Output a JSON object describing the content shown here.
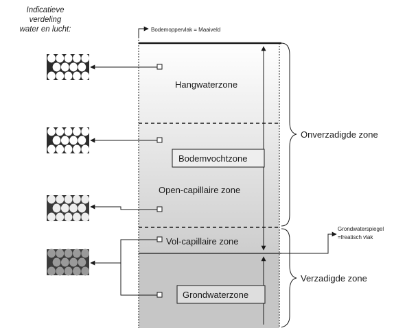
{
  "legend": {
    "line1": "Indicatieve",
    "line2": "verdeling",
    "line3": "water en lucht:"
  },
  "labels": {
    "surface": "Bodemoppervlak = Maaiveld",
    "groundwater_level_line1": "Grondwaterspiegel",
    "groundwater_level_line2": "=freatisch vlak",
    "hangwater": "Hangwaterzone",
    "bodemvocht": "Bodemvochtzone",
    "open_capillair": "Open-capillaire zone",
    "vol_capillair": "Vol-capillaire zone",
    "grondwater": "Grondwaterzone",
    "onverzadigd": "Onverzadigde zone",
    "verzadigd": "Verzadigde zone"
  },
  "colors": {
    "column_top": "#ffffff",
    "column_bottom": "#cfcfcf",
    "groundwater": "#c4c4c4",
    "line": "#1a1a1a",
    "sample_bg": "#3c3c3c",
    "particle": "#9a9a9a"
  }
}
